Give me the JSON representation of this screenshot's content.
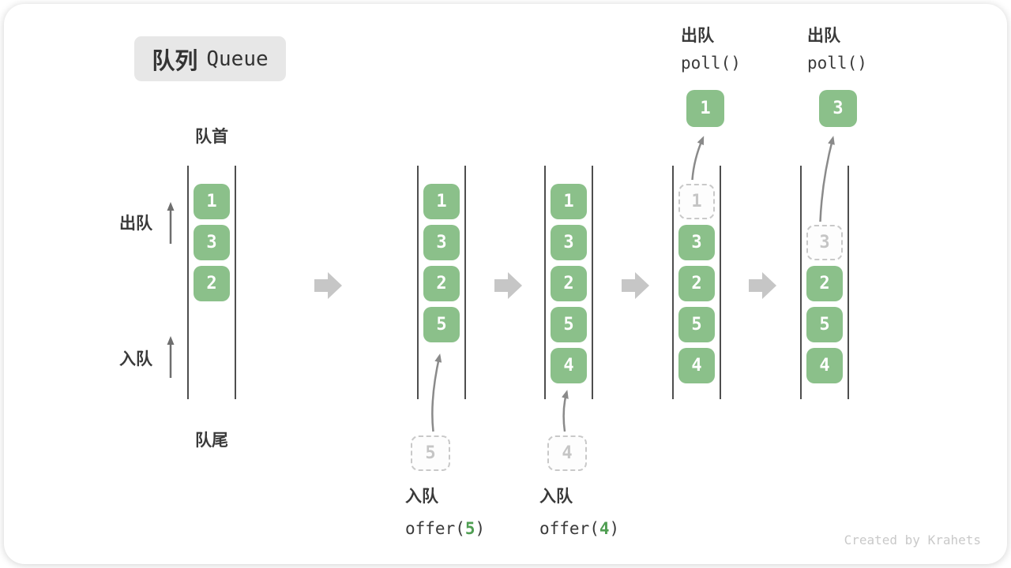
{
  "title": {
    "badge_zh": "队列",
    "badge_en": "Queue"
  },
  "labels": {
    "front": "队首",
    "rear": "队尾",
    "dequeue_side": "出队",
    "enqueue_side": "入队"
  },
  "colors": {
    "block_green": "#8bc08a",
    "code_arg_green": "#4f9e52",
    "rail_gray": "#4e4e4e",
    "ghost_border": "#c9c9c9",
    "big_arrow_gray": "#c6c6c6",
    "label_dark": "#3a3a3a",
    "badge_bg": "#e7e7e7",
    "watermark_gray": "#c9c9c9"
  },
  "states": [
    {
      "blocks": [
        "1",
        "3",
        "2"
      ]
    },
    {
      "blocks": [
        "1",
        "3",
        "2",
        "5"
      ],
      "pending": {
        "value": "5"
      },
      "op": {
        "label": "入队",
        "code_pre": "offer(",
        "code_arg": "5",
        "code_post": ")"
      }
    },
    {
      "blocks": [
        "1",
        "3",
        "2",
        "5",
        "4"
      ],
      "pending": {
        "value": "4"
      },
      "op": {
        "label": "入队",
        "code_pre": "offer(",
        "code_arg": "4",
        "code_post": ")"
      }
    },
    {
      "removed": {
        "value": "1"
      },
      "blocks": [
        "3",
        "2",
        "5",
        "4"
      ],
      "popped": {
        "value": "1"
      },
      "op": {
        "label": "出队",
        "code": "poll()"
      }
    },
    {
      "removed": {
        "value": "3"
      },
      "blocks": [
        "2",
        "5",
        "4"
      ],
      "popped": {
        "value": "3"
      },
      "op": {
        "label": "出队",
        "code": "poll()"
      }
    }
  ],
  "watermark": "Created by Krahets"
}
